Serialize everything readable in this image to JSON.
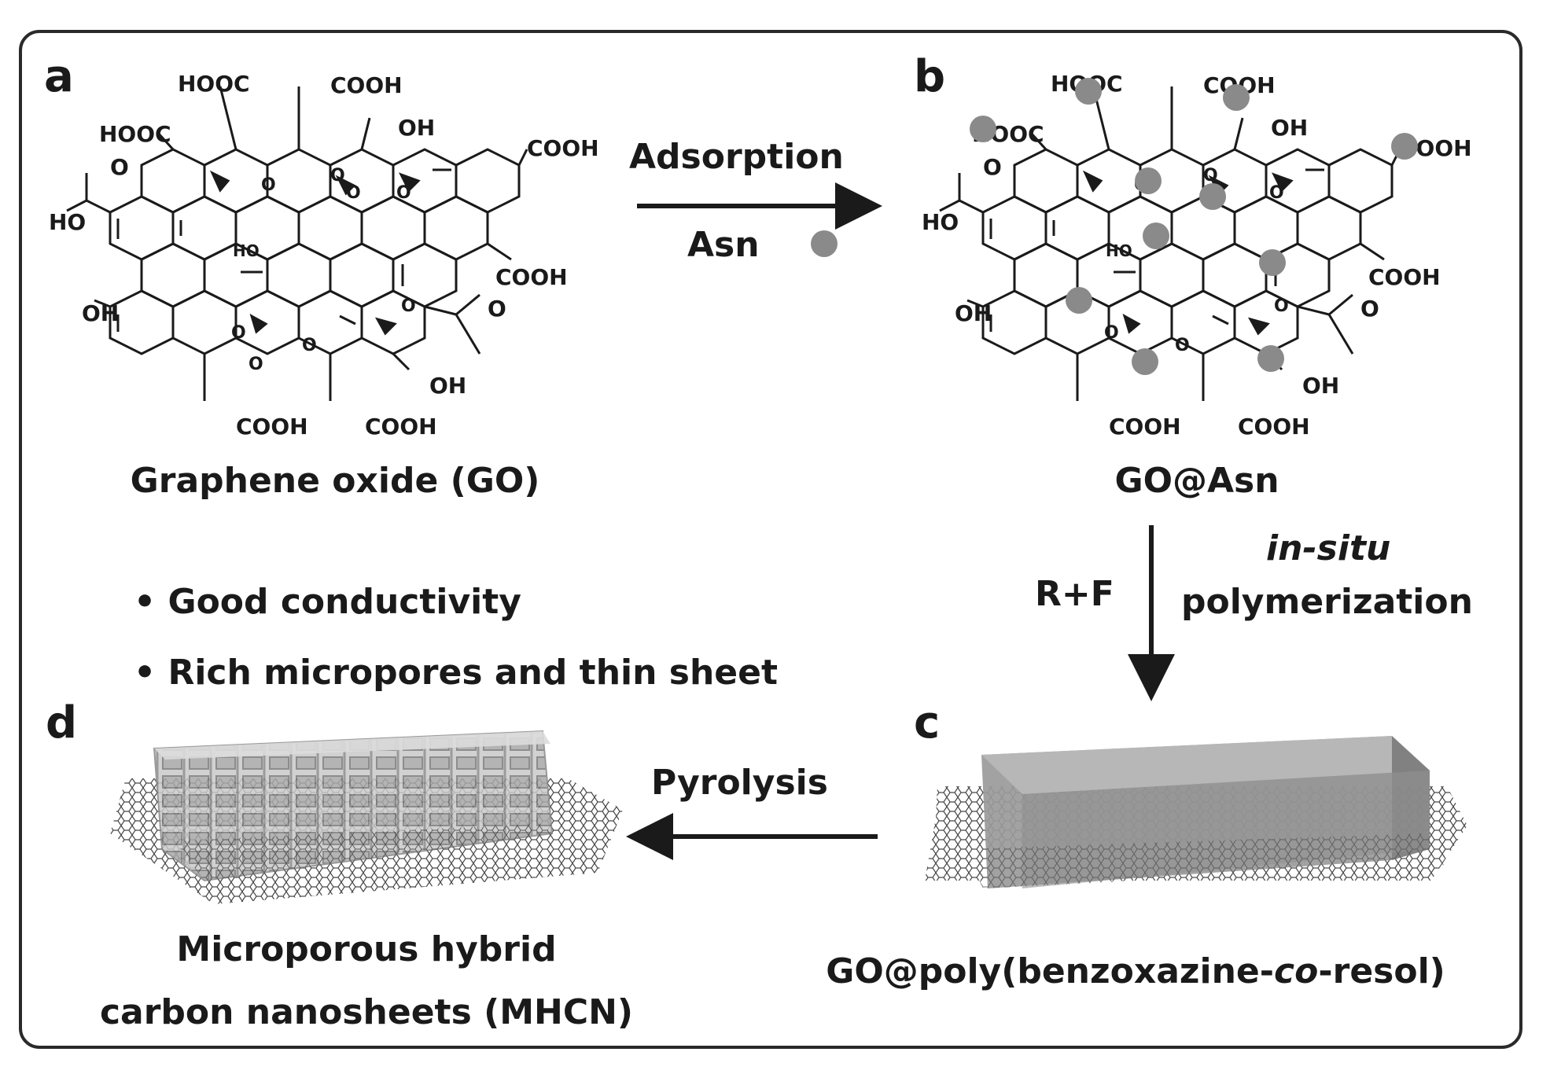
{
  "panels": {
    "a": "a",
    "b": "b",
    "c": "c",
    "d": "d"
  },
  "molecule_labels": {
    "hooc": "HOOC",
    "cooh": "COOH",
    "oh": "OH",
    "ho": "HO",
    "o": "O"
  },
  "arrows": {
    "adsorption": {
      "label": "Adsorption",
      "reagent": "Asn"
    },
    "polymerization": {
      "reagent": "R+F",
      "label_line1": "in-situ",
      "label_line2": "polymerization"
    },
    "pyrolysis": {
      "label": "Pyrolysis"
    }
  },
  "captions": {
    "a": "Graphene oxide (GO)",
    "b": "GO@Asn",
    "c_prefix": "GO@poly(benzoxazine-",
    "c_italic": "co",
    "c_suffix": "-resol)",
    "d_line1": "Microporous hybrid",
    "d_line2": "carbon nanosheets (MHCN)"
  },
  "bullets": [
    "Good conductivity",
    "Rich micropores and thin sheet"
  ],
  "colors": {
    "frame": "#2a2a2a",
    "asn_dot": "#8a8a8a",
    "polymer_block": "#9a9a9a"
  }
}
